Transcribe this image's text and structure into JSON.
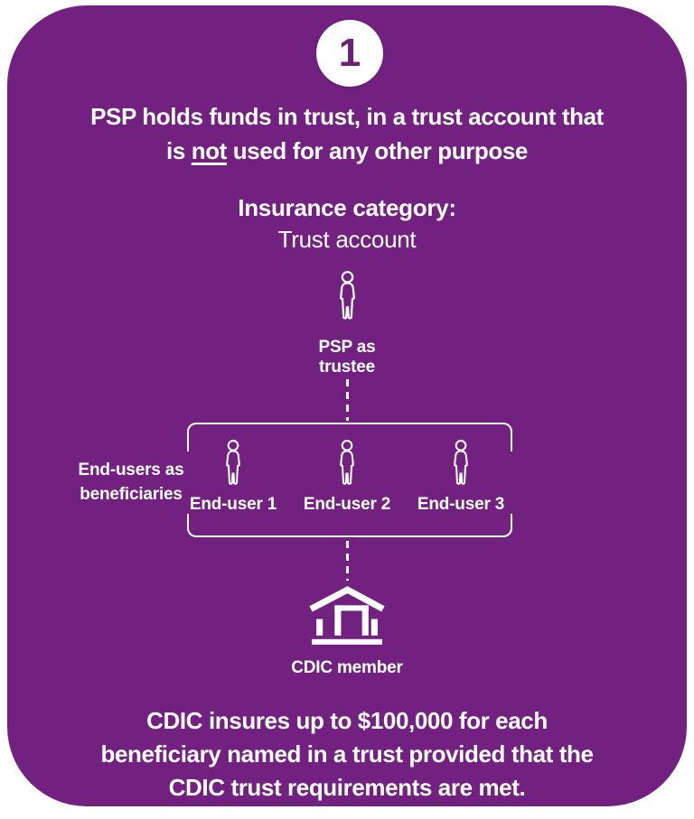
{
  "badge": {
    "number": "1"
  },
  "heading": {
    "line1": "PSP holds funds in trust, in a trust account that",
    "line2_before": "is ",
    "line2_underlined": "not",
    "line2_after": " used for any other purpose"
  },
  "insurance": {
    "label": "Insurance category:",
    "value": "Trust account"
  },
  "trustee": {
    "icon": "person-icon",
    "line1": "PSP as",
    "line2": "trustee"
  },
  "beneficiaries": {
    "side_label_line1": "End-users as",
    "side_label_line2": "beneficiaries",
    "users": [
      {
        "icon": "person-icon",
        "label": "End-user 1"
      },
      {
        "icon": "person-icon",
        "label": "End-user 2"
      },
      {
        "icon": "person-icon",
        "label": "End-user 3"
      }
    ]
  },
  "cdic": {
    "icon": "bank-icon",
    "label": "CDIC member"
  },
  "footer": {
    "line1": "CDIC insures up to $100,000 for each",
    "line2": "beneficiary named in a trust provided that the",
    "line3": "CDIC trust requirements are met."
  },
  "colors": {
    "card_background": "#722180",
    "text": "#ffffff",
    "badge_background": "#ffffff",
    "badge_number": "#6b2174",
    "line": "#ffffff"
  }
}
